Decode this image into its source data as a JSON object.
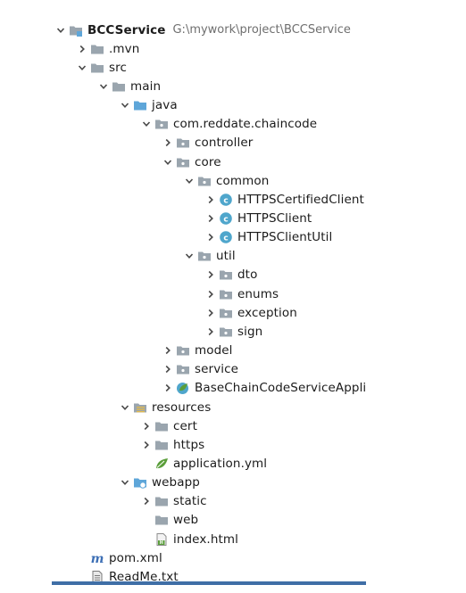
{
  "project_tree": {
    "items": [
      {
        "label": "BCCService",
        "path": "G:\\mywork\\project\\BCCService",
        "bold": true,
        "depth": 0,
        "arrow": "down",
        "icon": "module-folder-icon"
      },
      {
        "label": ".mvn",
        "depth": 1,
        "arrow": "right",
        "icon": "folder-icon"
      },
      {
        "label": "src",
        "depth": 1,
        "arrow": "down",
        "icon": "folder-icon"
      },
      {
        "label": "main",
        "depth": 2,
        "arrow": "down",
        "icon": "folder-icon"
      },
      {
        "label": "java",
        "depth": 3,
        "arrow": "down",
        "icon": "source-folder-icon"
      },
      {
        "label": "com.reddate.chaincode",
        "depth": 4,
        "arrow": "down",
        "icon": "package-icon"
      },
      {
        "label": "controller",
        "depth": 5,
        "arrow": "right",
        "icon": "package-icon"
      },
      {
        "label": "core",
        "depth": 5,
        "arrow": "down",
        "icon": "package-icon"
      },
      {
        "label": "common",
        "depth": 6,
        "arrow": "down",
        "icon": "package-icon"
      },
      {
        "label": "HTTPSCertifiedClient",
        "depth": 7,
        "arrow": "right",
        "icon": "class-icon"
      },
      {
        "label": "HTTPSClient",
        "depth": 7,
        "arrow": "right",
        "icon": "class-icon"
      },
      {
        "label": "HTTPSClientUtil",
        "depth": 7,
        "arrow": "right",
        "icon": "class-icon"
      },
      {
        "label": "util",
        "depth": 6,
        "arrow": "down",
        "icon": "package-icon"
      },
      {
        "label": "dto",
        "depth": 7,
        "arrow": "right",
        "icon": "package-icon"
      },
      {
        "label": "enums",
        "depth": 7,
        "arrow": "right",
        "icon": "package-icon"
      },
      {
        "label": "exception",
        "depth": 7,
        "arrow": "right",
        "icon": "package-icon"
      },
      {
        "label": "sign",
        "depth": 7,
        "arrow": "right",
        "icon": "package-icon"
      },
      {
        "label": "model",
        "depth": 5,
        "arrow": "right",
        "icon": "package-icon"
      },
      {
        "label": "service",
        "depth": 5,
        "arrow": "right",
        "icon": "package-icon"
      },
      {
        "label": "BaseChainCodeServiceApplication",
        "depth": 5,
        "arrow": "right",
        "icon": "spring-app-icon"
      },
      {
        "label": "resources",
        "depth": 3,
        "arrow": "down",
        "icon": "resources-folder-icon"
      },
      {
        "label": "cert",
        "depth": 4,
        "arrow": "right",
        "icon": "folder-icon"
      },
      {
        "label": "https",
        "depth": 4,
        "arrow": "right",
        "icon": "folder-icon"
      },
      {
        "label": "application.yml",
        "depth": 4,
        "arrow": "none",
        "icon": "spring-yml-icon"
      },
      {
        "label": "webapp",
        "depth": 3,
        "arrow": "down",
        "icon": "web-folder-icon"
      },
      {
        "label": "static",
        "depth": 4,
        "arrow": "right",
        "icon": "folder-icon"
      },
      {
        "label": "web",
        "depth": 4,
        "arrow": "none",
        "icon": "folder-icon"
      },
      {
        "label": "index.html",
        "depth": 4,
        "arrow": "none",
        "icon": "html-file-icon"
      },
      {
        "label": "pom.xml",
        "depth": 1,
        "arrow": "none",
        "icon": "maven-icon"
      },
      {
        "label": "ReadMe.txt",
        "depth": 1,
        "arrow": "none",
        "icon": "text-file-icon"
      }
    ]
  },
  "colors": {
    "folder": "#9aa5ae",
    "source_folder": "#5ea6d9",
    "class_circle": "#4fa6cc",
    "spring_green": "#5a9e3a",
    "maven": "#3d6fb5",
    "arrow": "#4a4a4a",
    "path_text": "#6f6f6f"
  }
}
